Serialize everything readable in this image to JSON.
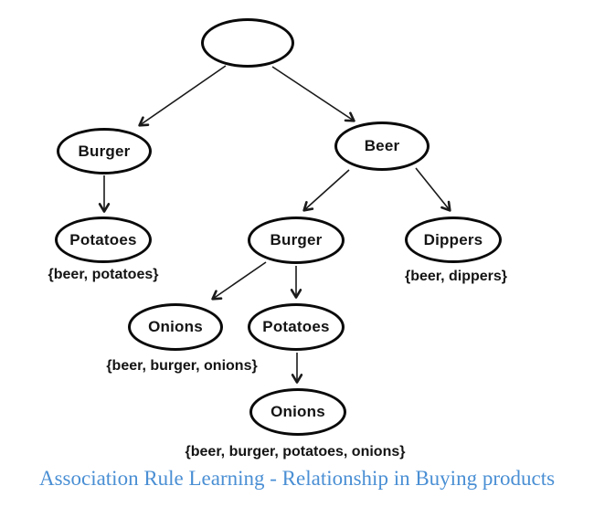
{
  "diagram": {
    "type": "tree",
    "nodes": [
      {
        "id": "root",
        "label": ""
      },
      {
        "id": "burger-left",
        "label": "Burger"
      },
      {
        "id": "potatoes-left",
        "label": "Potatoes"
      },
      {
        "id": "beer",
        "label": "Beer"
      },
      {
        "id": "burger-mid",
        "label": "Burger"
      },
      {
        "id": "dippers",
        "label": "Dippers"
      },
      {
        "id": "onions-mid",
        "label": "Onions"
      },
      {
        "id": "potatoes-mid",
        "label": "Potatoes"
      },
      {
        "id": "onions-bottom",
        "label": "Onions"
      }
    ],
    "edges": [
      {
        "from": "root",
        "to": "burger-left"
      },
      {
        "from": "root",
        "to": "beer"
      },
      {
        "from": "burger-left",
        "to": "potatoes-left"
      },
      {
        "from": "beer",
        "to": "burger-mid"
      },
      {
        "from": "beer",
        "to": "dippers"
      },
      {
        "from": "burger-mid",
        "to": "onions-mid"
      },
      {
        "from": "burger-mid",
        "to": "potatoes-mid"
      },
      {
        "from": "potatoes-mid",
        "to": "onions-bottom"
      }
    ],
    "itemsets": [
      {
        "text": "{beer, potatoes}"
      },
      {
        "text": "{beer, dippers}"
      },
      {
        "text": "{beer, burger, onions}"
      },
      {
        "text": "{beer, burger, potatoes, onions}"
      }
    ]
  },
  "caption": {
    "text": "Association Rule Learning - Relationship in Buying products",
    "color": "#4a8fd4"
  },
  "colors": {
    "background": "#ffffff",
    "node_border": "#0a0a0a",
    "edge": "#1a1a1a",
    "text": "#141414"
  }
}
